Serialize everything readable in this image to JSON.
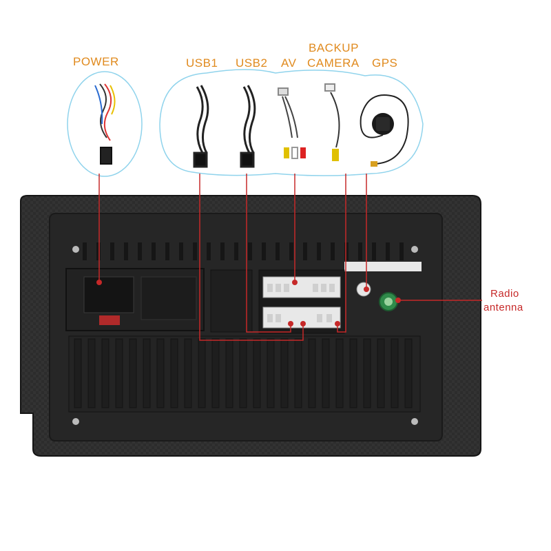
{
  "colors": {
    "label": "#e08a1e",
    "callout": "#c62828",
    "bubble_border": "#8fd3ec",
    "panel": "#2b2b2b",
    "panel_edge": "#1a1a1a"
  },
  "cables": [
    {
      "id": "power",
      "label": "POWER",
      "icon": "wire-harness-icon"
    },
    {
      "id": "usb1",
      "label": "USB1",
      "icon": "usb-cable-icon"
    },
    {
      "id": "usb2",
      "label": "USB2",
      "icon": "usb-cable-icon"
    },
    {
      "id": "av",
      "label": "AV",
      "icon": "rca-cable-icon"
    },
    {
      "id": "backup",
      "label_line1": "BACKUP",
      "label_line2": "CAMERA",
      "icon": "rca-cable-icon"
    },
    {
      "id": "gps",
      "label": "GPS",
      "icon": "gps-antenna-icon"
    }
  ],
  "radio": {
    "line1": "Radio",
    "line2": "antenna"
  }
}
